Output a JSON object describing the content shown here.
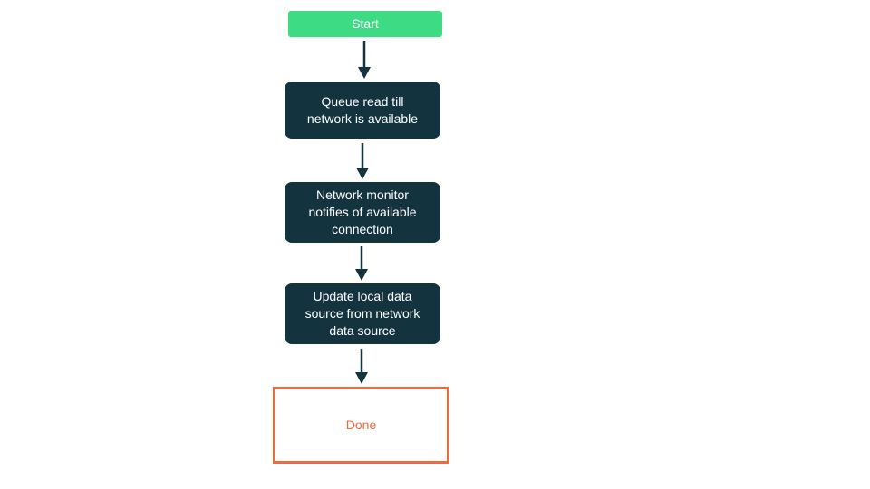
{
  "diagram": {
    "type": "flowchart",
    "direction": "top-down",
    "nodes": [
      {
        "id": "start",
        "kind": "start",
        "label": "Start"
      },
      {
        "id": "queue-read",
        "kind": "process",
        "label": "Queue read till\nnetwork is available"
      },
      {
        "id": "network-monitor",
        "kind": "process",
        "label": "Network monitor\nnotifies of available\nconnection"
      },
      {
        "id": "update-local",
        "kind": "process",
        "label": "Update local data\nsource from network\ndata source"
      },
      {
        "id": "done",
        "kind": "end",
        "label": "Done"
      }
    ],
    "edges": [
      {
        "from": "start",
        "to": "queue-read"
      },
      {
        "from": "queue-read",
        "to": "network-monitor"
      },
      {
        "from": "network-monitor",
        "to": "update-local"
      },
      {
        "from": "update-local",
        "to": "done"
      }
    ],
    "colors": {
      "start_bg": "#3ddc84",
      "process_bg": "#13333f",
      "arrow": "#13333f",
      "done_border": "#f4673c",
      "done_text": "#f4673c",
      "node_text": "#ffffff",
      "background": "#ffffff"
    }
  }
}
